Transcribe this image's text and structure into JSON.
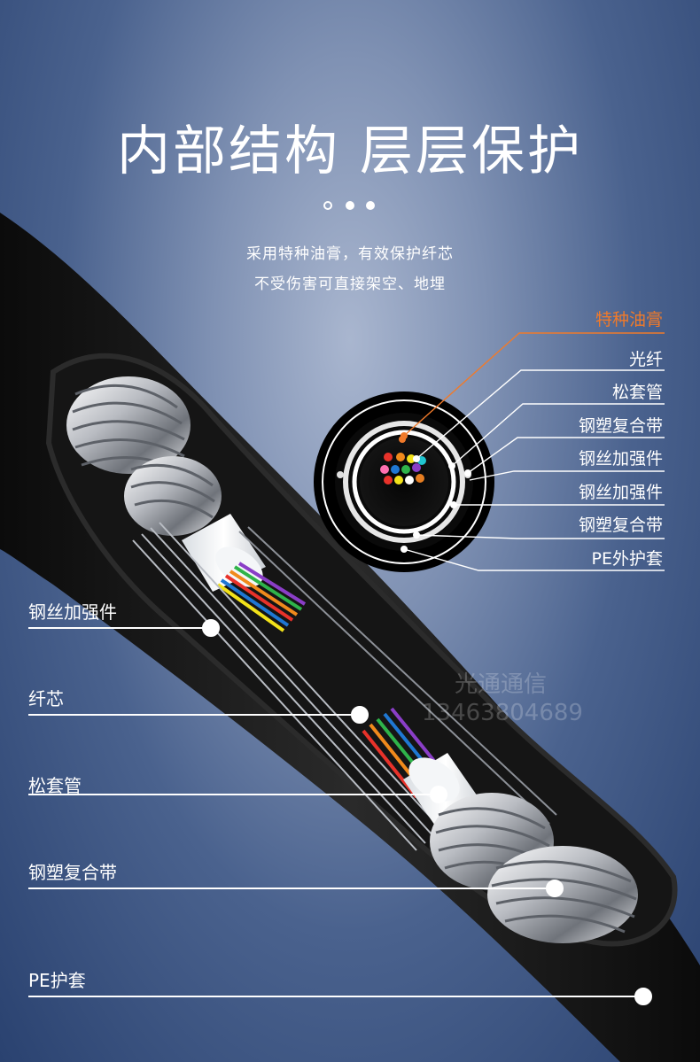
{
  "headline": "内部结构 层层保护",
  "subtitle_line1": "采用特种油膏，有效保护纤芯",
  "subtitle_line2": "不受伤害可直接架空、地埋",
  "cross_section_labels": [
    "特种油膏",
    "光纤",
    "松套管",
    "钢塑复合带",
    "钢丝加强件",
    "钢丝加强件",
    "钢塑复合带",
    "PE外护套"
  ],
  "side_labels": [
    "钢丝加强件",
    "纤芯",
    "松套管",
    "钢塑复合带",
    "PE护套"
  ],
  "watermark": {
    "name": "光通通信",
    "phone": "13463804689"
  },
  "colors": {
    "accent_orange": "#f07a2a",
    "text": "#ffffff",
    "cable_black": "#141414"
  },
  "fiber_colors": [
    "#e8322a",
    "#f08a1c",
    "#f2e21a",
    "#2fb34a",
    "#1f77d2",
    "#8a3ec7",
    "#ff70b0",
    "#ffffff",
    "#20c4d0",
    "#b0b0b0",
    "#c0392b",
    "#e67e22"
  ]
}
